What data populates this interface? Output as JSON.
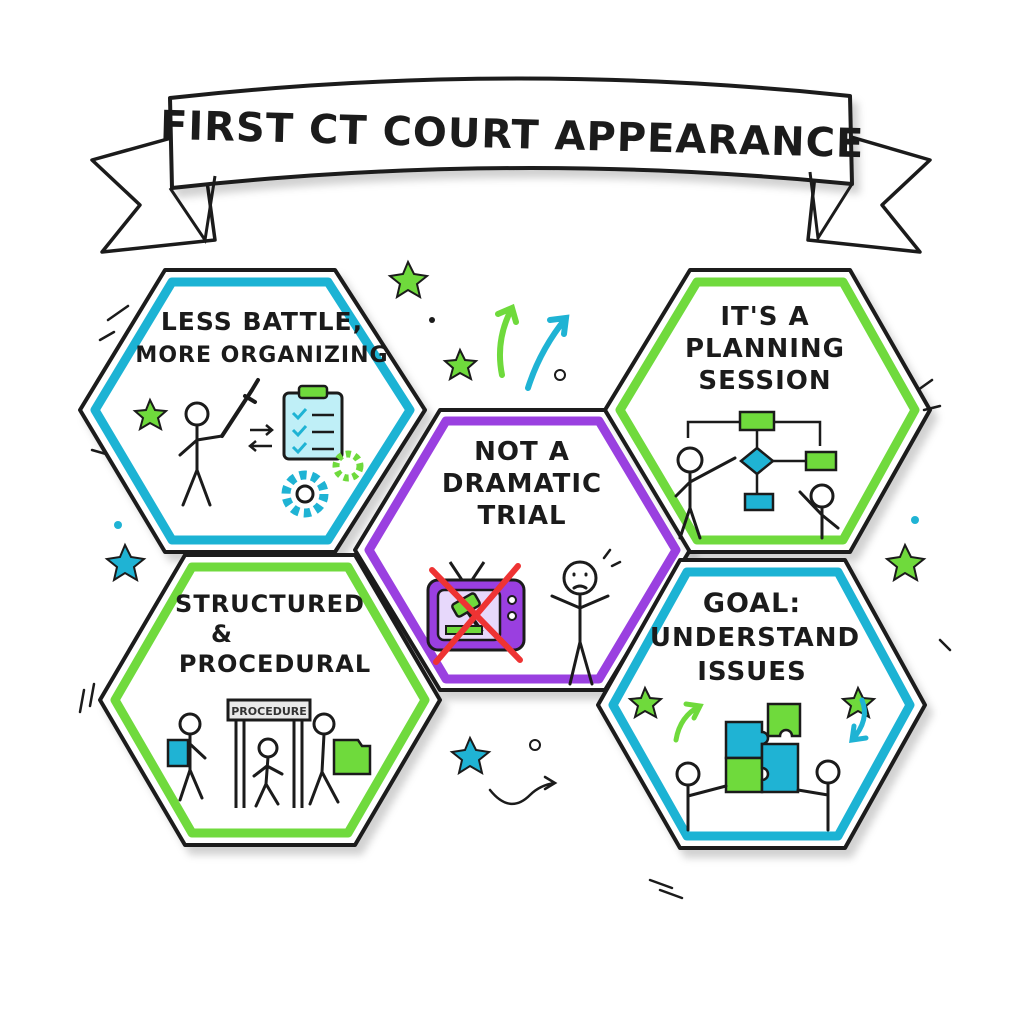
{
  "banner": {
    "title": "FIRST CT COURT APPEARANCE"
  },
  "colors": {
    "blue": "#1fb3d4",
    "green": "#6fda3c",
    "purple": "#9a3fe0",
    "ink": "#1b1b1b",
    "red": "#ee3333",
    "teal": "#2a9dbb"
  },
  "cells": [
    {
      "id": "less-battle",
      "lines": [
        "LESS BATTLE,",
        "MORE ORGANIZING"
      ],
      "border": "blue"
    },
    {
      "id": "not-dramatic",
      "lines": [
        "NOT A",
        "DRAMATIC",
        "TRIAL"
      ],
      "border": "purple"
    },
    {
      "id": "planning",
      "lines": [
        "IT'S A",
        "PLANNING",
        "SESSION"
      ],
      "border": "green"
    },
    {
      "id": "structured",
      "lines": [
        "STRUCTURED",
        "&",
        "PROCEDURAL"
      ],
      "border": "green"
    },
    {
      "id": "goal",
      "lines": [
        "GOAL:",
        "UNDERSTAND",
        "ISSUES"
      ],
      "border": "blue"
    }
  ],
  "gate_sign": "PROCEDURE",
  "icons": [
    "sword-icon",
    "clipboard-icon",
    "gear-icon",
    "tv-icon",
    "gavel-icon",
    "flowchart-icon",
    "gate-icon",
    "folder-icon",
    "puzzle-icon",
    "star-icon",
    "arrow-icon"
  ]
}
